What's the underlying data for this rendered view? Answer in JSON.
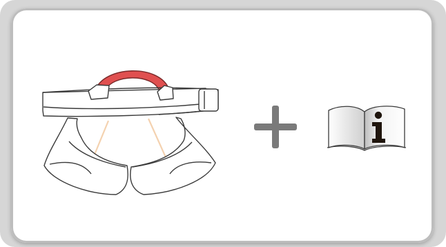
{
  "figure": {
    "items": [
      {
        "name": "climbing-harness",
        "role": "equipment"
      },
      {
        "name": "plus-sign",
        "role": "operator"
      },
      {
        "name": "instruction-manual",
        "role": "documentation"
      }
    ],
    "colors": {
      "frame": "#d6d6d6",
      "card": "#ffffff",
      "outline": "#3a3a3a",
      "belay_loop": "#e05050",
      "straps": "#f4d2b0",
      "plus": "#7a7a7a",
      "info_letter": "#1f150d"
    },
    "icons": {
      "harness": "harness-icon",
      "plus": "plus-icon",
      "manual": "manual-info-icon"
    }
  }
}
